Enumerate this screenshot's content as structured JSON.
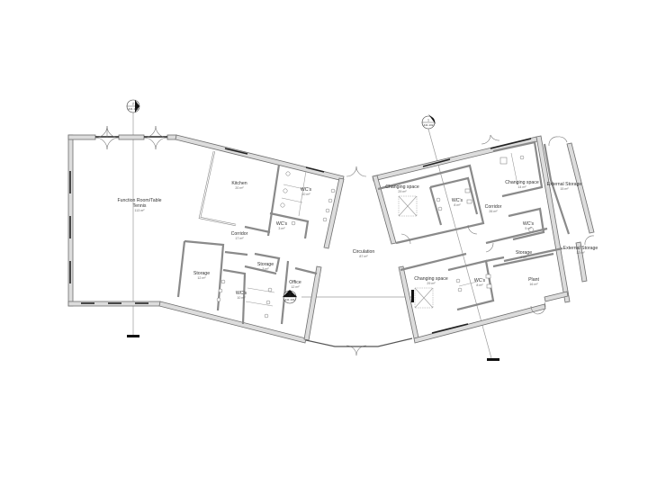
{
  "drawing": {
    "type": "architectural floor plan",
    "background": "#ffffff",
    "wall_fill": "#dcdcdc",
    "line_color": "#6e6e6e"
  },
  "rooms": {
    "function_room": {
      "label_line1": "Function Room/Table",
      "label_line2": "Tennis",
      "area": "113 m²"
    },
    "kitchen": {
      "label": "Kitchen",
      "area": "20 m²"
    },
    "wcs_upper_left": {
      "label": "WC's",
      "area": "10 m²"
    },
    "wcs_small_left": {
      "label": "WC's",
      "area": "3 m²"
    },
    "corridor_left": {
      "label": "Corridor",
      "area": "17 m²"
    },
    "storage_left": {
      "label": "Storage",
      "area": "12 m²"
    },
    "storage_small_left": {
      "label": "Storage",
      "area": "3 m²"
    },
    "wcs_lower_left": {
      "label": "WC's",
      "area": "10 m²"
    },
    "office": {
      "label": "Office",
      "area": "12 m²"
    },
    "circulation": {
      "label": "Circulation",
      "area": "87 m²"
    },
    "changing_space_upper": {
      "label": "Changing space",
      "area": "29 m²"
    },
    "wcs_upper_right": {
      "label": "WC's",
      "area": "8 m²"
    },
    "corridor_right": {
      "label": "Corridor",
      "area": "26 m²"
    },
    "changing_space_small": {
      "label": "Changing space",
      "area": "14 m²"
    },
    "external_storage_upper": {
      "label": "External Storage",
      "area": "15 m²"
    },
    "wcs_right": {
      "label": "WC's",
      "area": "5 m²"
    },
    "storage_right": {
      "label": "Storage",
      "area": "8 m²"
    },
    "external_storage_lower": {
      "label": "External Storage",
      "area": "12 m²"
    },
    "changing_space_lower": {
      "label": "Changing space",
      "area": "29 m²"
    },
    "wcs_lower_right": {
      "label": "WC's",
      "area": "8 m²"
    },
    "plant": {
      "label": "Plant",
      "area": "16 m²"
    }
  },
  "section_markers": [
    {
      "number": "2",
      "ref": "441.103"
    },
    {
      "number": "1",
      "ref": "441.102"
    },
    {
      "number": "3",
      "ref": "441.104"
    }
  ]
}
